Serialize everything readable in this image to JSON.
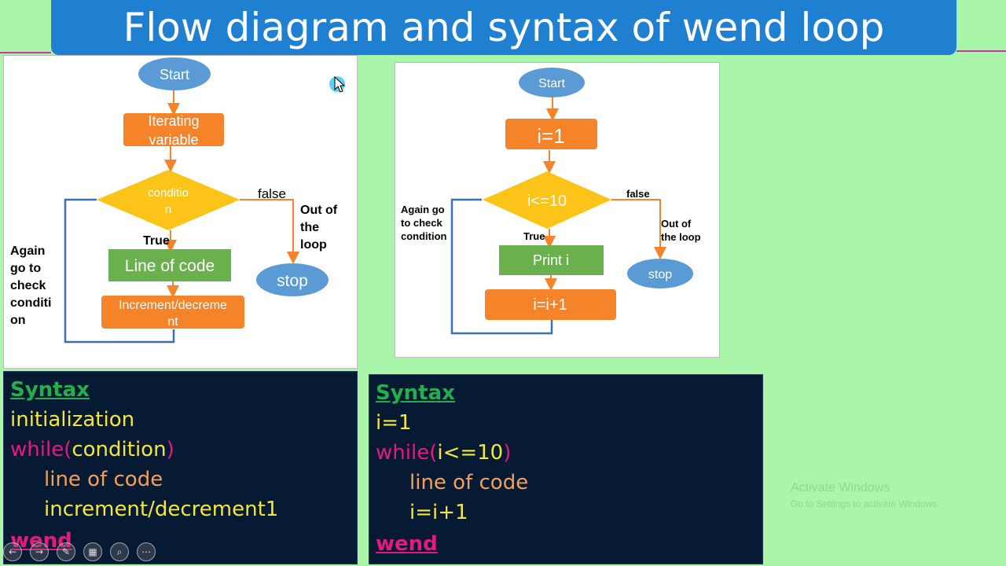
{
  "title": "Flow diagram and syntax of wend loop",
  "left_diagram": {
    "start": "Start",
    "iterating": [
      "Iterating",
      "variable"
    ],
    "condition": [
      "conditio",
      "n"
    ],
    "false_label": "false",
    "true_label": "True",
    "out_of_loop": [
      "Out of",
      "the",
      "loop"
    ],
    "stop": "stop",
    "line_of_code": "Line of code",
    "increment": [
      "Increment/decreme",
      "nt"
    ],
    "again": [
      "Again",
      "go to",
      "check",
      "conditi",
      "on"
    ]
  },
  "right_diagram": {
    "start": "Start",
    "init": "i=1",
    "condition": "i<=10",
    "false_label": "false",
    "true_label": "True",
    "out_of_loop": [
      "Out of",
      "the loop"
    ],
    "stop": "stop",
    "print": "Print i",
    "increment": "i=i+1",
    "again": [
      "Again go",
      "to check",
      "condition"
    ]
  },
  "left_syntax": {
    "heading": "Syntax",
    "init": "initialization",
    "while_kw": "while(",
    "cond": "condition",
    "close": ")",
    "body1": "line of code",
    "body2": "increment/decrement1",
    "end": "wend"
  },
  "right_syntax": {
    "heading": "Syntax",
    "init": "i=1",
    "while_kw": "while(",
    "cond": "i<=10",
    "close": ")",
    "body1": "line of code",
    "body2": "i=i+1",
    "end": "wend"
  },
  "watermark": {
    "line1": "Activate Windows",
    "line2": "Go to Settings to activate Windows."
  },
  "toolbar_icons": [
    "previous-icon",
    "next-icon",
    "pen-icon",
    "slides-icon",
    "zoom-icon",
    "more-icon"
  ],
  "toolbar_glyphs": [
    "←",
    "→",
    "✎",
    "▦",
    "⌕",
    "⋯"
  ],
  "colors": {
    "background": "#a9f5a9",
    "title_bar": "#1f7fd0",
    "oval": "#5b9bd5",
    "orange_box": "#f5832a",
    "diamond": "#fcc419",
    "green_box": "#6ab04c",
    "loop_line": "#3b6fb6"
  }
}
